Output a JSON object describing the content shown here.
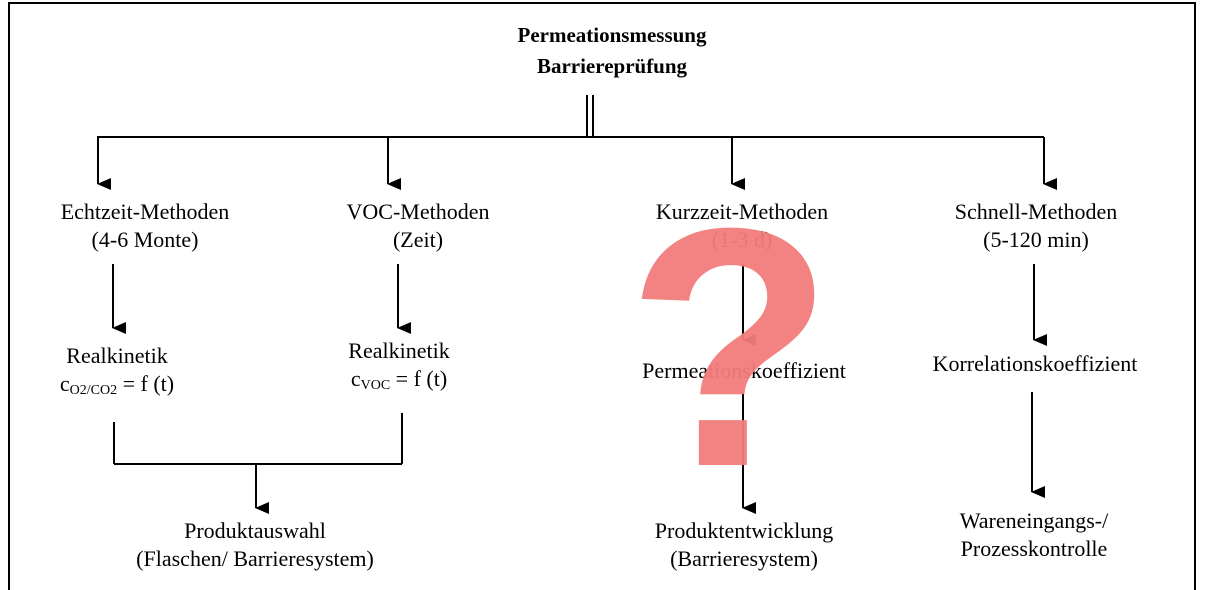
{
  "root": {
    "line1": "Permeationsmessung",
    "line2": "Barriereprüfung"
  },
  "methods": {
    "echtzeit": {
      "name": "Echtzeit-Methoden",
      "duration": "(4-6 Monte)"
    },
    "voc": {
      "name": "VOC-Methoden",
      "duration": "(Zeit)"
    },
    "kurzzeit": {
      "name": "Kurzzeit-Methoden",
      "duration": "(1-3 d)"
    },
    "schnell": {
      "name": "Schnell-Methoden",
      "duration": "(5-120 min)"
    }
  },
  "kinetics": {
    "echtzeit": {
      "title": "Realkinetik",
      "c": "c",
      "sub": "O2/CO2",
      "rest": " = f (t)"
    },
    "voc": {
      "title": "Realkinetik",
      "c": "c",
      "sub": "VOC",
      "rest": " = f (t)"
    }
  },
  "coefficients": {
    "permeation": "Permeationskoeffizient",
    "korrelation": "Korrelationskoeffizient"
  },
  "results": {
    "produktauswahl": {
      "line1": "Produktauswahl",
      "line2": "(Flaschen/ Barrieresystem)"
    },
    "produktentwicklung": {
      "line1": "Produktentwicklung",
      "line2": "(Barrieresystem)"
    },
    "wareneingang": {
      "line1": "Wareneingangs-/",
      "line2": "Prozesskontrolle"
    }
  },
  "overlay": {
    "symbol": "?",
    "color": "#f37c7c"
  }
}
